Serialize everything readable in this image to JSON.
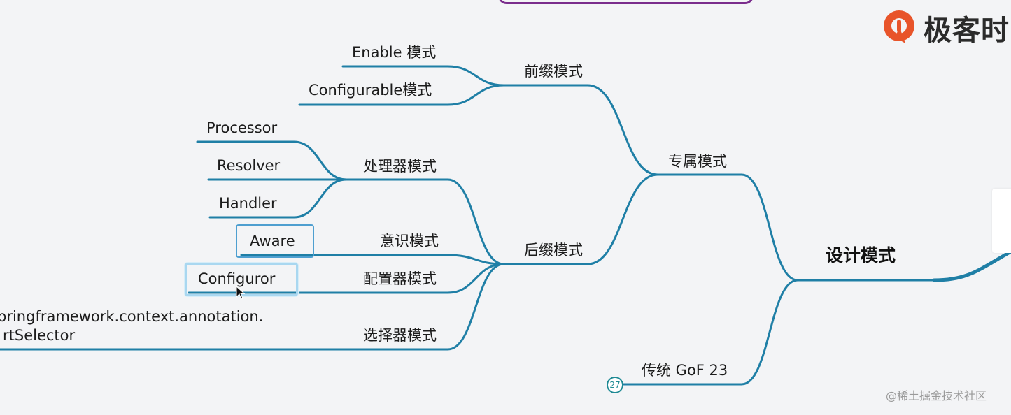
{
  "mindmap": {
    "root": "设计模式",
    "branches": {
      "exclusive": "专属模式",
      "traditional": "传统 GoF 23",
      "traditional_badge": "27",
      "prefix": "前缀模式",
      "suffix": "后缀模式",
      "processor_pattern": "处理器模式",
      "aware_pattern": "意识模式",
      "configuror_pattern": "配置器模式",
      "selector_pattern": "选择器模式"
    },
    "leaves": {
      "enable": "Enable 模式",
      "configurable": "Configurable模式",
      "processor": "Processor",
      "resolver": "Resolver",
      "handler": "Handler",
      "aware": "Aware",
      "configuror": "Configuror",
      "import_selector_line1": "pringframework.context.annotation.",
      "import_selector_line2": "rtSelector"
    }
  },
  "brand": {
    "name": "极客时",
    "logo_icon": "geektime-logo-icon",
    "accent": "#e8542a"
  },
  "watermark": "@稀土掘金技术社区",
  "colors": {
    "line": "#1f7fa6",
    "node_box": "#4e9fd0",
    "selected_box": "#a9d7f0",
    "top_bar": "#7a2d8c"
  }
}
